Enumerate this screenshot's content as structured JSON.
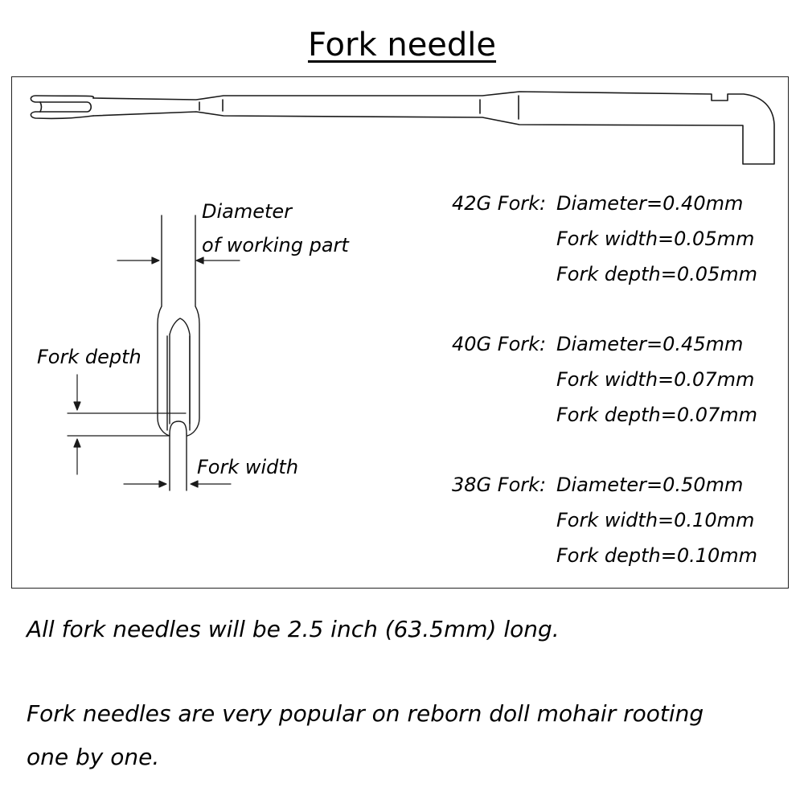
{
  "title": "Fork needle",
  "diagram": {
    "labels": {
      "diameter_line1": "Diameter",
      "diameter_line2": "of  working part",
      "fork_depth": "Fork depth",
      "fork_width": "Fork width"
    },
    "icons": [
      "needle-full-view",
      "fork-tip-detail",
      "dimension-arrows"
    ]
  },
  "specs": [
    {
      "gauge": "42G Fork:",
      "diameter": "Diameter=0.40mm",
      "fork_width": "Fork width=0.05mm",
      "fork_depth": "Fork depth=0.05mm"
    },
    {
      "gauge": "40G Fork:",
      "diameter": "Diameter=0.45mm",
      "fork_width": "Fork width=0.07mm",
      "fork_depth": "Fork depth=0.07mm"
    },
    {
      "gauge": "38G Fork:",
      "diameter": "Diameter=0.50mm",
      "fork_width": "Fork width=0.10mm",
      "fork_depth": "Fork depth=0.10mm"
    }
  ],
  "notes": {
    "length": "All fork needles will be 2.5 inch (63.5mm) long.",
    "usage_line1": "Fork needles are very popular on reborn doll mohair rooting",
    "usage_line2": "one by one."
  }
}
